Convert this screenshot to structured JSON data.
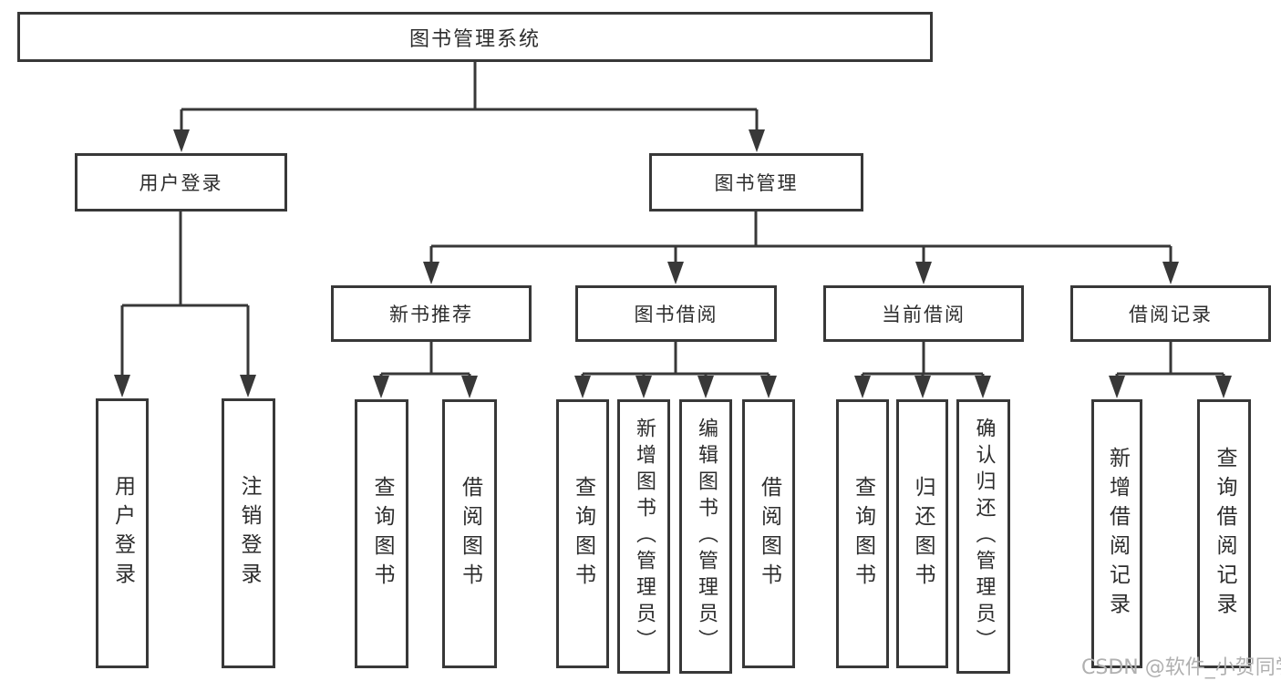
{
  "nodes": {
    "root": "图书管理系统",
    "user_login": "用户登录",
    "book_mgmt": "图书管理",
    "new_book_rec": "新书推荐",
    "book_borrow": "图书借阅",
    "current_borrow": "当前借阅",
    "borrow_records": "借阅记录",
    "user_login_child_1": "用户登录",
    "user_login_child_2": "注销登录",
    "new_book_rec_child_1": "查询图书",
    "new_book_rec_child_2": "借阅图书",
    "book_borrow_child_1": "查询图书",
    "book_borrow_child_2": "新增图书（管理员）",
    "book_borrow_child_3": "编辑图书（管理员）",
    "book_borrow_child_4": "借阅图书",
    "current_borrow_child_1": "查询图书",
    "current_borrow_child_2": "归还图书",
    "current_borrow_child_3": "确认归还（管理员）",
    "borrow_records_child_1": "新增借阅记录",
    "borrow_records_child_2": "查询借阅记录"
  },
  "hierarchy": {
    "图书管理系统": [
      "用户登录",
      "图书管理"
    ],
    "用户登录": [
      "用户登录",
      "注销登录"
    ],
    "图书管理": [
      "新书推荐",
      "图书借阅",
      "当前借阅",
      "借阅记录"
    ],
    "新书推荐": [
      "查询图书",
      "借阅图书"
    ],
    "图书借阅": [
      "查询图书",
      "新增图书（管理员）",
      "编辑图书（管理员）",
      "借阅图书"
    ],
    "当前借阅": [
      "查询图书",
      "归还图书",
      "确认归还（管理员）"
    ],
    "借阅记录": [
      "新增借阅记录",
      "查询借阅记录"
    ]
  },
  "watermark": {
    "text": "CSDN @软件_小贺同学"
  },
  "colors": {
    "line": "#383838",
    "text": "#2d2d2d",
    "watermark": "#b0b0b0",
    "background": "#ffffff"
  }
}
